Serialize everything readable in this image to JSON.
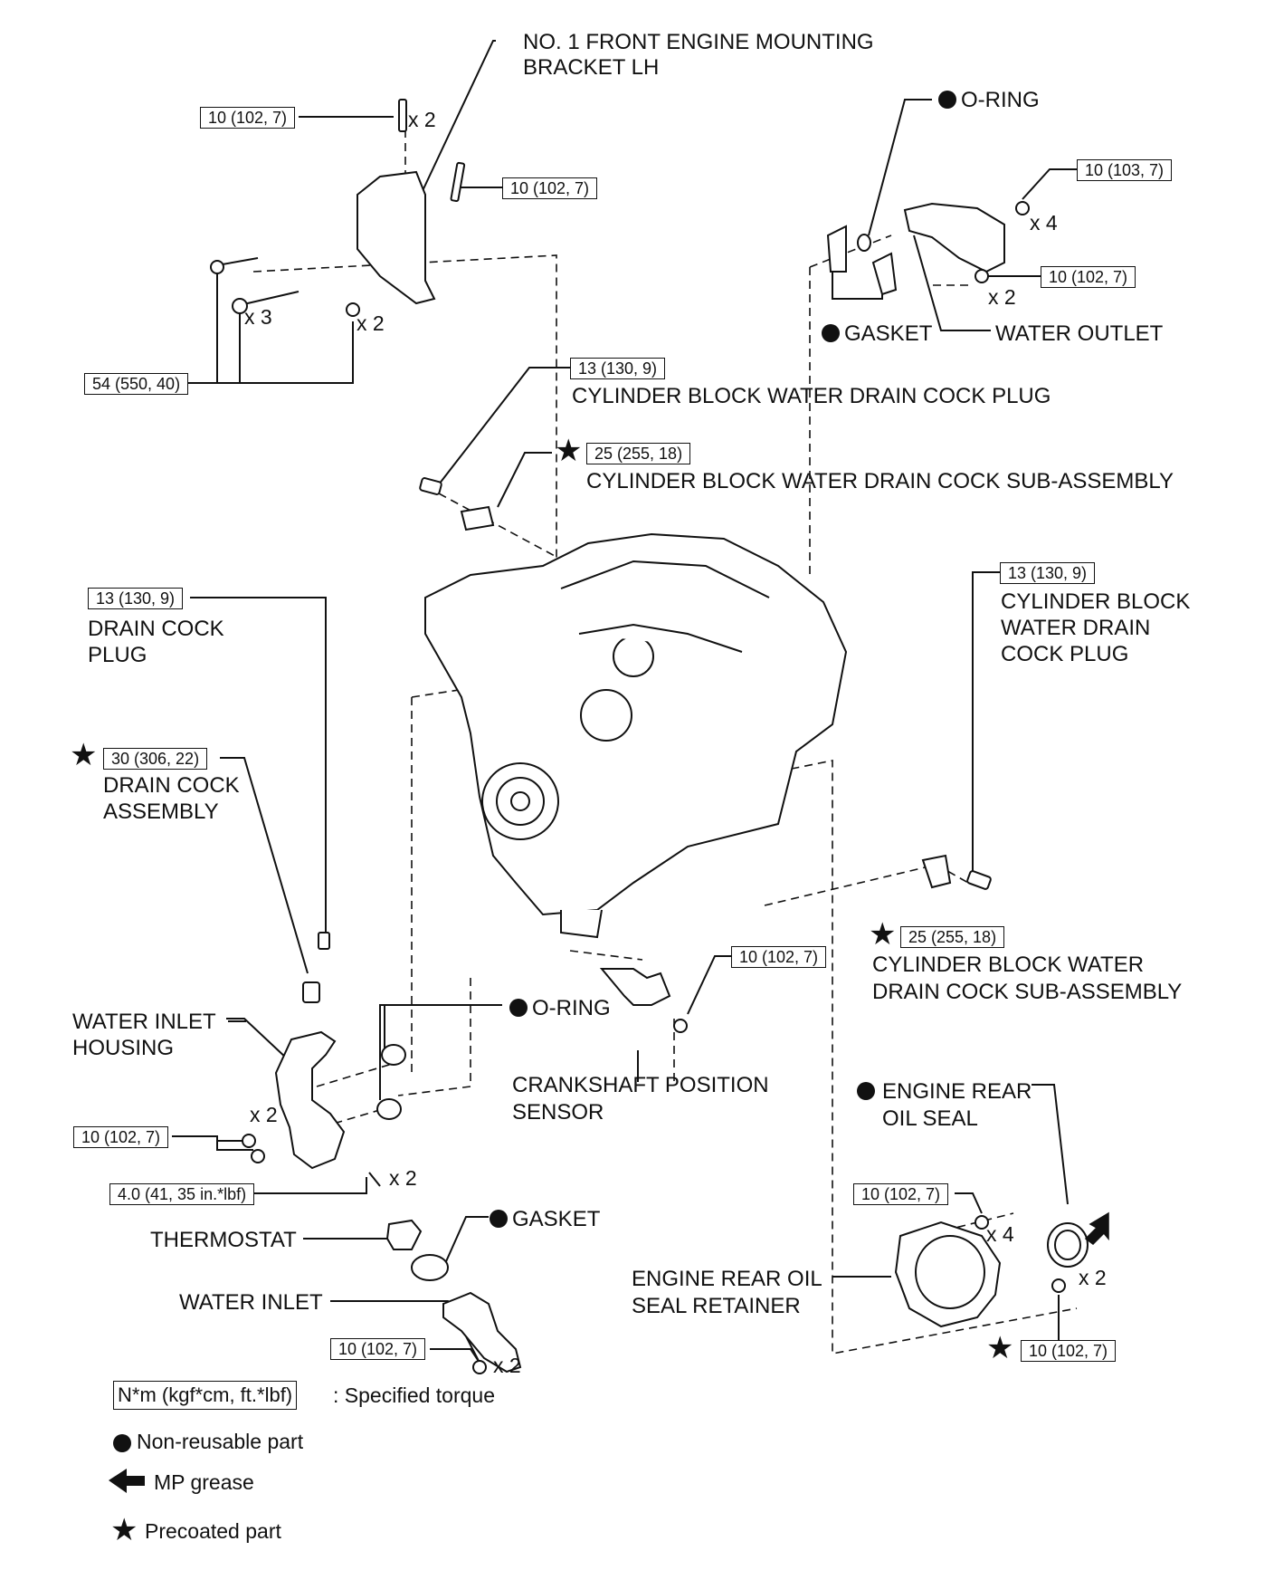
{
  "labels": {
    "bracket": "NO. 1 FRONT ENGINE MOUNTING",
    "bracket2": "BRACKET LH",
    "oring_top": "O-RING",
    "gasket_top": "GASKET",
    "water_outlet": "WATER OUTLET",
    "plug_top": "CYLINDER BLOCK WATER DRAIN COCK PLUG",
    "drain_subassy_top": "CYLINDER BLOCK WATER DRAIN COCK SUB-ASSEMBLY",
    "drain_cock_plug1": "DRAIN COCK",
    "drain_cock_plug2": "PLUG",
    "drain_cock_assy1": "DRAIN COCK",
    "drain_cock_assy2": "ASSEMBLY",
    "plug_right1": "CYLINDER BLOCK",
    "plug_right2": "WATER DRAIN",
    "plug_right3": "COCK PLUG",
    "subassy_right1": "CYLINDER BLOCK WATER",
    "subassy_right2": "DRAIN COCK SUB-ASSEMBLY",
    "oring_mid": "O-RING",
    "crank1": "CRANKSHAFT POSITION",
    "crank2": "SENSOR",
    "inlet_housing1": "WATER INLET",
    "inlet_housing2": "HOUSING",
    "thermostat": "THERMOSTAT",
    "gasket_low": "GASKET",
    "water_inlet": "WATER INLET",
    "rear_seal1": "ENGINE REAR",
    "rear_seal2": "OIL SEAL",
    "retainer1": "ENGINE REAR OIL",
    "retainer2": "SEAL RETAINER"
  },
  "torques": {
    "t1": "10 (102, 7)",
    "t2": "10 (102, 7)",
    "t3": "54 (550, 40)",
    "t4": "10 (103, 7)",
    "t5": "10 (102, 7)",
    "t6": "13 (130, 9)",
    "t7": "25 (255, 18)",
    "t8": "13 (130, 9)",
    "t9": "30 (306, 22)",
    "t10": "13 (130, 9)",
    "t11": "25 (255, 18)",
    "t12": "10 (102, 7)",
    "t13": "10 (102, 7)",
    "t14": "4.0 (41, 35 in.*lbf)",
    "t15": "10 (102, 7)",
    "t16": "10 (102, 7)",
    "t17": "10 (102, 7)"
  },
  "multipliers": {
    "m1": "x 2",
    "m2": "x 3",
    "m3": "x 2",
    "m4": "x 4",
    "m5": "x 2",
    "m6": "x 2",
    "m7": "x 2",
    "m8": "x 2",
    "m9": "x 4",
    "m10": "x 2"
  },
  "legend": {
    "torque_box": "N*m (kgf*cm, ft.*lbf)",
    "torque_text": ": Specified torque",
    "nonreusable": "Non-reusable part",
    "grease": "MP grease",
    "precoated": "Precoated part"
  }
}
